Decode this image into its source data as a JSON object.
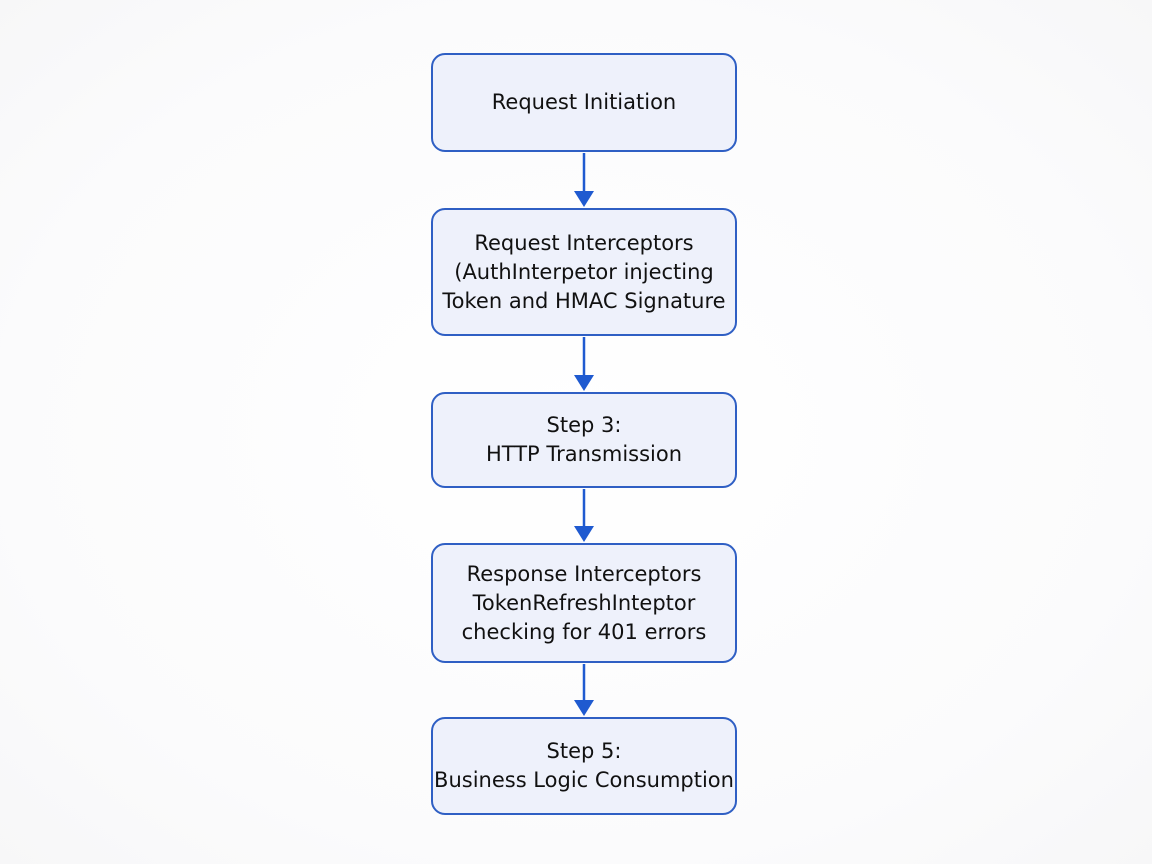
{
  "colors": {
    "node_border": "#2f5fc4",
    "node_fill": "#eef1fb",
    "arrow": "#1f5ad0",
    "text": "#111111"
  },
  "nodes": [
    {
      "lines": [
        "Request Initiation"
      ]
    },
    {
      "lines": [
        "Request Interceptors",
        "(AuthInterpetor injecting",
        "Token and HMAC Signature"
      ]
    },
    {
      "lines": [
        "Step 3:",
        "HTTP Transmission"
      ]
    },
    {
      "lines": [
        "Response Interceptors",
        "TokenRefreshInteptor",
        "checking for 401 errors"
      ]
    },
    {
      "lines": [
        "Step 5:",
        "Business Logic Consumption"
      ]
    }
  ]
}
